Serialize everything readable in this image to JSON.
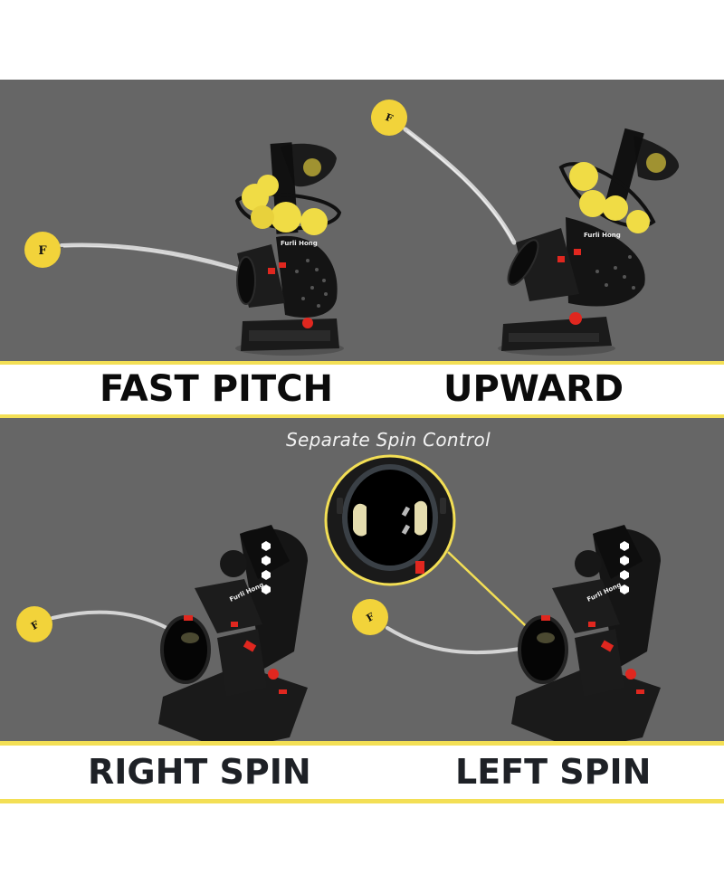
{
  "panels": [
    {
      "id": "top",
      "modes": [
        {
          "label": "FAST PITCH",
          "ball_mark": "F"
        },
        {
          "label": "UPWARD",
          "ball_mark": "F"
        }
      ]
    },
    {
      "id": "bottom",
      "caption": "Separate Spin Control",
      "modes": [
        {
          "label": "RIGHT SPIN",
          "ball_mark": "F"
        },
        {
          "label": "LEFT SPIN",
          "ball_mark": "F"
        }
      ]
    }
  ],
  "brand_mark": "Furli Hong",
  "colors": {
    "background_gray": "#666666",
    "accent_yellow": "#f3df55",
    "ball_yellow": "#f2d33a",
    "machine_black": "#141414",
    "button_red": "#e0271f",
    "label_dark": "#0b0b0b"
  }
}
